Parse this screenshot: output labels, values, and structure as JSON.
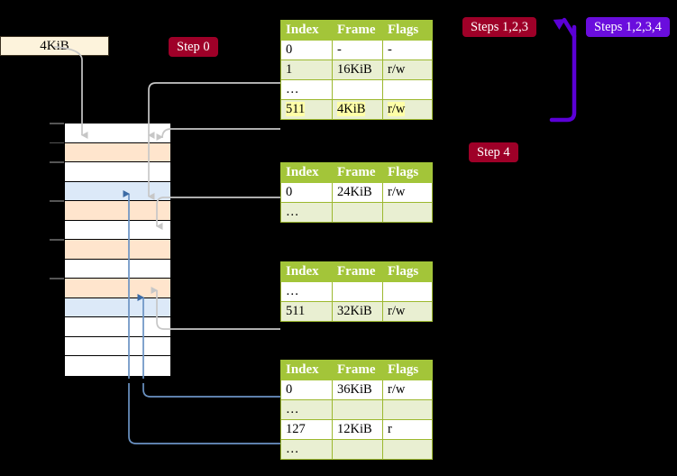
{
  "labels": {
    "size_box": "4KiB",
    "step0": "Step 0",
    "steps123": "Steps 1,2,3",
    "steps1234": "Steps 1,2,3,4",
    "step4": "Step 4"
  },
  "colors": {
    "table_header": "#a3c539",
    "table_alt_row": "#e9efd2",
    "badge_red": "#9e0028",
    "badge_purple": "#6a0ddd",
    "highlight": "#ffffa8",
    "mem_peach": "#ffe5cd",
    "mem_blue": "#dce9f8",
    "box_cream": "#fdf3dc"
  },
  "tables": [
    {
      "name": "pml4-table",
      "headers": [
        "Index",
        "Frame",
        "Flags"
      ],
      "rows": [
        {
          "cells": [
            "0",
            "-",
            "-"
          ],
          "style": "plain",
          "highlight": []
        },
        {
          "cells": [
            "1",
            "16KiB",
            "r/w"
          ],
          "style": "alt",
          "highlight": []
        },
        {
          "cells": [
            "…",
            "",
            ""
          ],
          "style": "plain",
          "highlight": []
        },
        {
          "cells": [
            "511",
            "4KiB",
            "r/w"
          ],
          "style": "alt",
          "highlight": [
            0,
            1,
            2
          ]
        }
      ]
    },
    {
      "name": "pdpt-table",
      "headers": [
        "Index",
        "Frame",
        "Flags"
      ],
      "rows": [
        {
          "cells": [
            "0",
            "24KiB",
            "r/w"
          ],
          "style": "plain",
          "highlight": []
        },
        {
          "cells": [
            "…",
            "",
            ""
          ],
          "style": "alt",
          "highlight": []
        }
      ]
    },
    {
      "name": "pd-table",
      "headers": [
        "Index",
        "Frame",
        "Flags"
      ],
      "rows": [
        {
          "cells": [
            "…",
            "",
            ""
          ],
          "style": "plain",
          "highlight": []
        },
        {
          "cells": [
            "511",
            "32KiB",
            "r/w"
          ],
          "style": "alt",
          "highlight": []
        }
      ]
    },
    {
      "name": "pt-table",
      "headers": [
        "Index",
        "Frame",
        "Flags"
      ],
      "rows": [
        {
          "cells": [
            "0",
            "36KiB",
            "r/w"
          ],
          "style": "plain",
          "highlight": []
        },
        {
          "cells": [
            "…",
            "",
            ""
          ],
          "style": "alt",
          "highlight": []
        },
        {
          "cells": [
            "127",
            "12KiB",
            "r"
          ],
          "style": "plain",
          "highlight": []
        },
        {
          "cells": [
            "…",
            "",
            ""
          ],
          "style": "alt",
          "highlight": []
        }
      ]
    }
  ],
  "memory_rows": [
    {
      "fill": "white"
    },
    {
      "fill": "peach"
    },
    {
      "fill": "white"
    },
    {
      "fill": "blue"
    },
    {
      "fill": "peach"
    },
    {
      "fill": "white"
    },
    {
      "fill": "peach"
    },
    {
      "fill": "white"
    },
    {
      "fill": "peach"
    },
    {
      "fill": "blue"
    },
    {
      "fill": "white"
    },
    {
      "fill": "white"
    },
    {
      "fill": "white"
    }
  ]
}
